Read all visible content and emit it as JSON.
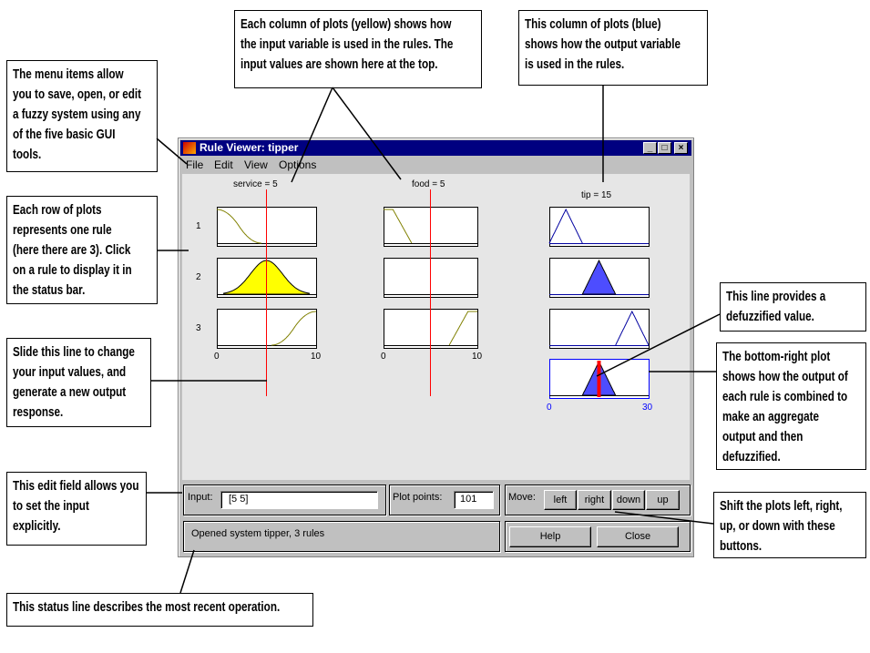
{
  "window": {
    "title": "Rule Viewer: tipper",
    "menu": [
      "File",
      "Edit",
      "View",
      "Options"
    ],
    "controls": {
      "minimize": "_",
      "maximize": "□",
      "close": "×"
    }
  },
  "plots": {
    "input_labels": [
      "service = 5",
      "food = 5"
    ],
    "output_label": "tip = 15",
    "rule_numbers": [
      "1",
      "2",
      "3"
    ],
    "input_ticks": [
      "0",
      "10"
    ],
    "output_ticks": [
      "0",
      "30"
    ],
    "input_values": [
      5,
      5
    ],
    "output_value": 15,
    "colors": {
      "input_fill": "#ffff00",
      "input_line": "#808000",
      "output": "#0000a0",
      "output_fill": "#4d4dff",
      "indicator": "#ff0000"
    }
  },
  "controls": {
    "input_label": "Input:",
    "input_value": "[5 5]",
    "plot_points_label": "Plot points:",
    "plot_points_value": "101",
    "move_label": "Move:",
    "move_buttons": [
      "left",
      "right",
      "down",
      "up"
    ],
    "status": "Opened system tipper, 3 rules",
    "help": "Help",
    "close": "Close"
  },
  "callouts": {
    "menu": "The menu items allow\nyou to save, open, or edit\na fuzzy system using any\nof the five basic GUI\ntools.",
    "rows": "Each row of plots\nrepresents one rule\n(here there are 3). Click\non a rule to display it in\nthe status bar.",
    "slide": "Slide this line to change\nyour input values, and\ngenerate a new output\nresponse.",
    "edit": "This edit field allows you\nto set the input\nexplicitly.",
    "status": "This status line describes the most recent operation.",
    "input_columns": "Each column of plots (yellow) shows how\nthe input variable is used in the rules. The\ninput values are shown here at the top.",
    "output_column": "This column of plots (blue)\nshows how the output variable\nis used in the rules.",
    "defuzz_line": "This line provides a\ndefuzzified value.",
    "aggregate": "The bottom-right plot\nshows how the output of\neach rule is combined to\nmake an aggregate\noutput and then\ndefuzzified.",
    "shift": "Shift the plots left, right,\nup, or down with these\nbuttons."
  }
}
